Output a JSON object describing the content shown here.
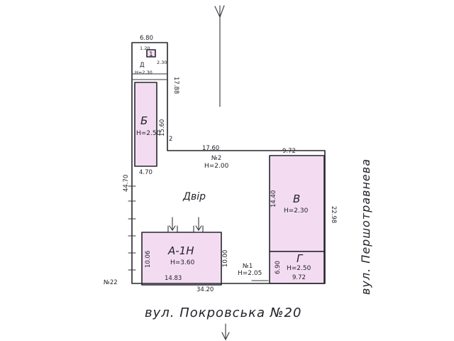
{
  "colors": {
    "building_fill": "#f3dcf2",
    "ink": "#26262e",
    "background": "#ffffff"
  },
  "buildings": {
    "A": {
      "letter": "А-1Н",
      "height": "Н=3.60",
      "dim_w": "14.83",
      "dim_h_left": "10.06",
      "dim_h_right": "10.00"
    },
    "B": {
      "letter": "Б",
      "height": "Н=2.50",
      "dim_w": "4.70",
      "dim_h": "15.60"
    },
    "V": {
      "letter": "В",
      "height": "Н=2.30",
      "dim_h": "14.40"
    },
    "G": {
      "letter": "Г",
      "height": "Н=2.50",
      "dim_w": "9.72",
      "dim_h": "6.90"
    },
    "D": {
      "letter": "Д",
      "height": "Н=2.30",
      "inner_1": "1.20",
      "inner_2": "2.30"
    },
    "box_1": {
      "label": "1"
    }
  },
  "fence": {
    "n1_label": "№1",
    "n1_height": "Н=2.05",
    "n2_label": "№2",
    "n2_height": "Н=2.00"
  },
  "dimensions": {
    "top": "6.80",
    "upper_right": "17.88",
    "small_2": "2",
    "mid_top": "17.60",
    "right_top": "9.72",
    "left_total": "44.70",
    "right_total": "22.98",
    "bottom_total": "34.20",
    "left_marker": "№22"
  },
  "labels": {
    "yard": "Двір",
    "street_bottom": "вул. Покровська №20",
    "street_right": "вул. Першотравнева"
  }
}
